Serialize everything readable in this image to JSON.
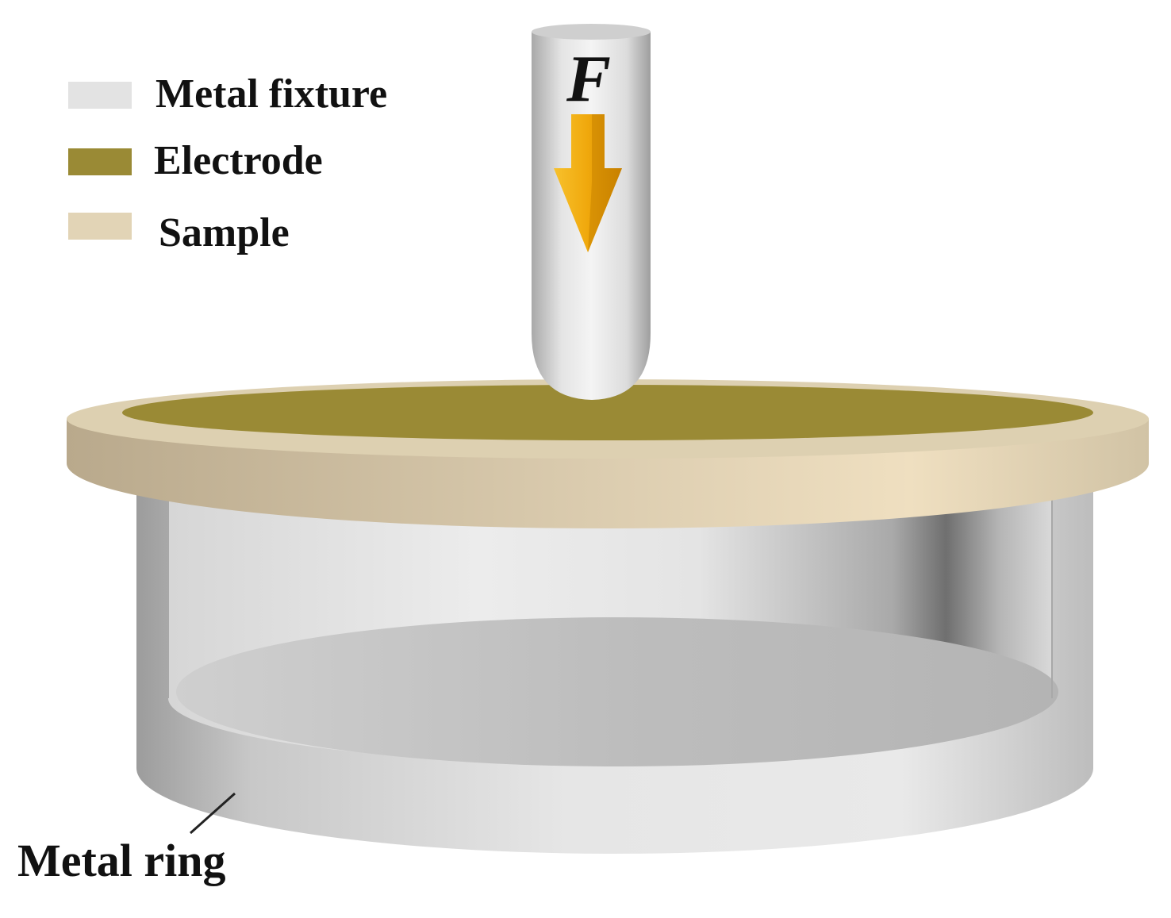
{
  "legend": {
    "items": [
      {
        "label": "Metal fixture",
        "color": "#e3e3e3"
      },
      {
        "label": "Electrode",
        "color": "#9a8a35"
      },
      {
        "label": "Sample",
        "color": "#e2d4b6"
      }
    ]
  },
  "labels": {
    "force": "F",
    "ring": "Metal ring"
  },
  "colors": {
    "arrow": "#f0ab10",
    "electrode": "#9a8a35",
    "sample": "#e2d4b6",
    "metal": "#d8d8d8"
  }
}
